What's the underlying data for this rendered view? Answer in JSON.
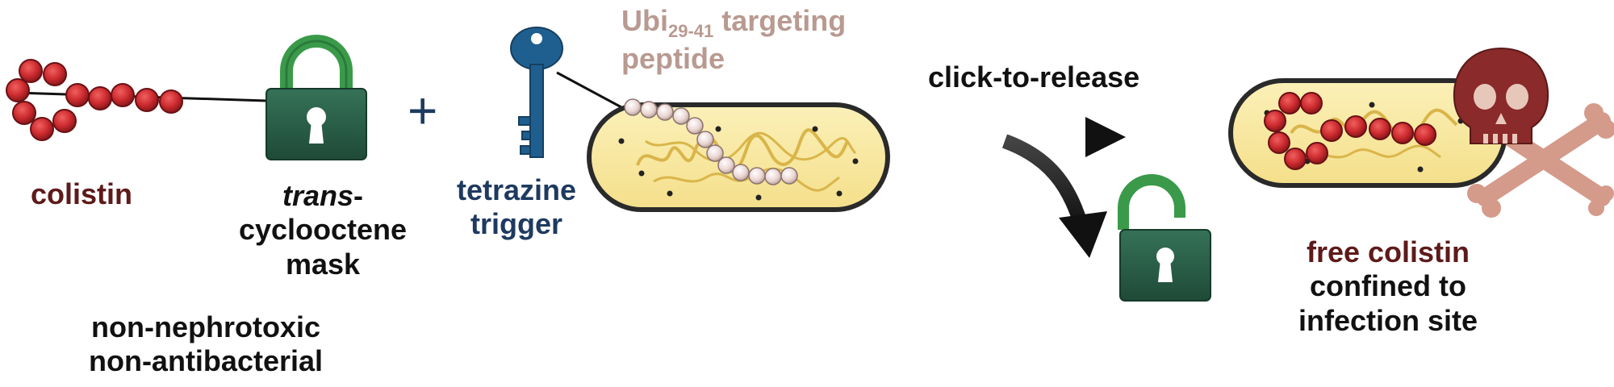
{
  "labels": {
    "colistin": "colistin",
    "trans_italic": "trans",
    "trans_dash": "-",
    "cyclooctene": "cyclooctene",
    "mask": "mask",
    "nonneph": "non-nephrotoxic",
    "nonanti": "non-antibacterial",
    "plus": "+",
    "ubi_base": "Ubi",
    "ubi_sub": "29-41",
    "ubi_rest": " targeting",
    "peptide": "peptide",
    "tetrazine": "tetrazine",
    "trigger": "trigger",
    "click": "click-to-release",
    "free1": "free colistin",
    "free2": "confined to",
    "free3": "infection site"
  },
  "colors": {
    "colistin_text": "#5e1a1a",
    "key_text": "#1f3a5f",
    "peptide_text": "#b89a91",
    "bead_red": "#cc2a2e",
    "bead_peptide": "#e8d4d0",
    "lock_green": "#2a5e48",
    "shackle_green": "#3a9a4a",
    "key_blue": "#1f5f8f",
    "bacterium_fill": "#f9eaa2",
    "bacterium_outline": "#2a2a2a",
    "dna_yellow": "#d9b54a",
    "skull_red": "#8a2a2a",
    "bone_pink": "#d49a8a"
  }
}
